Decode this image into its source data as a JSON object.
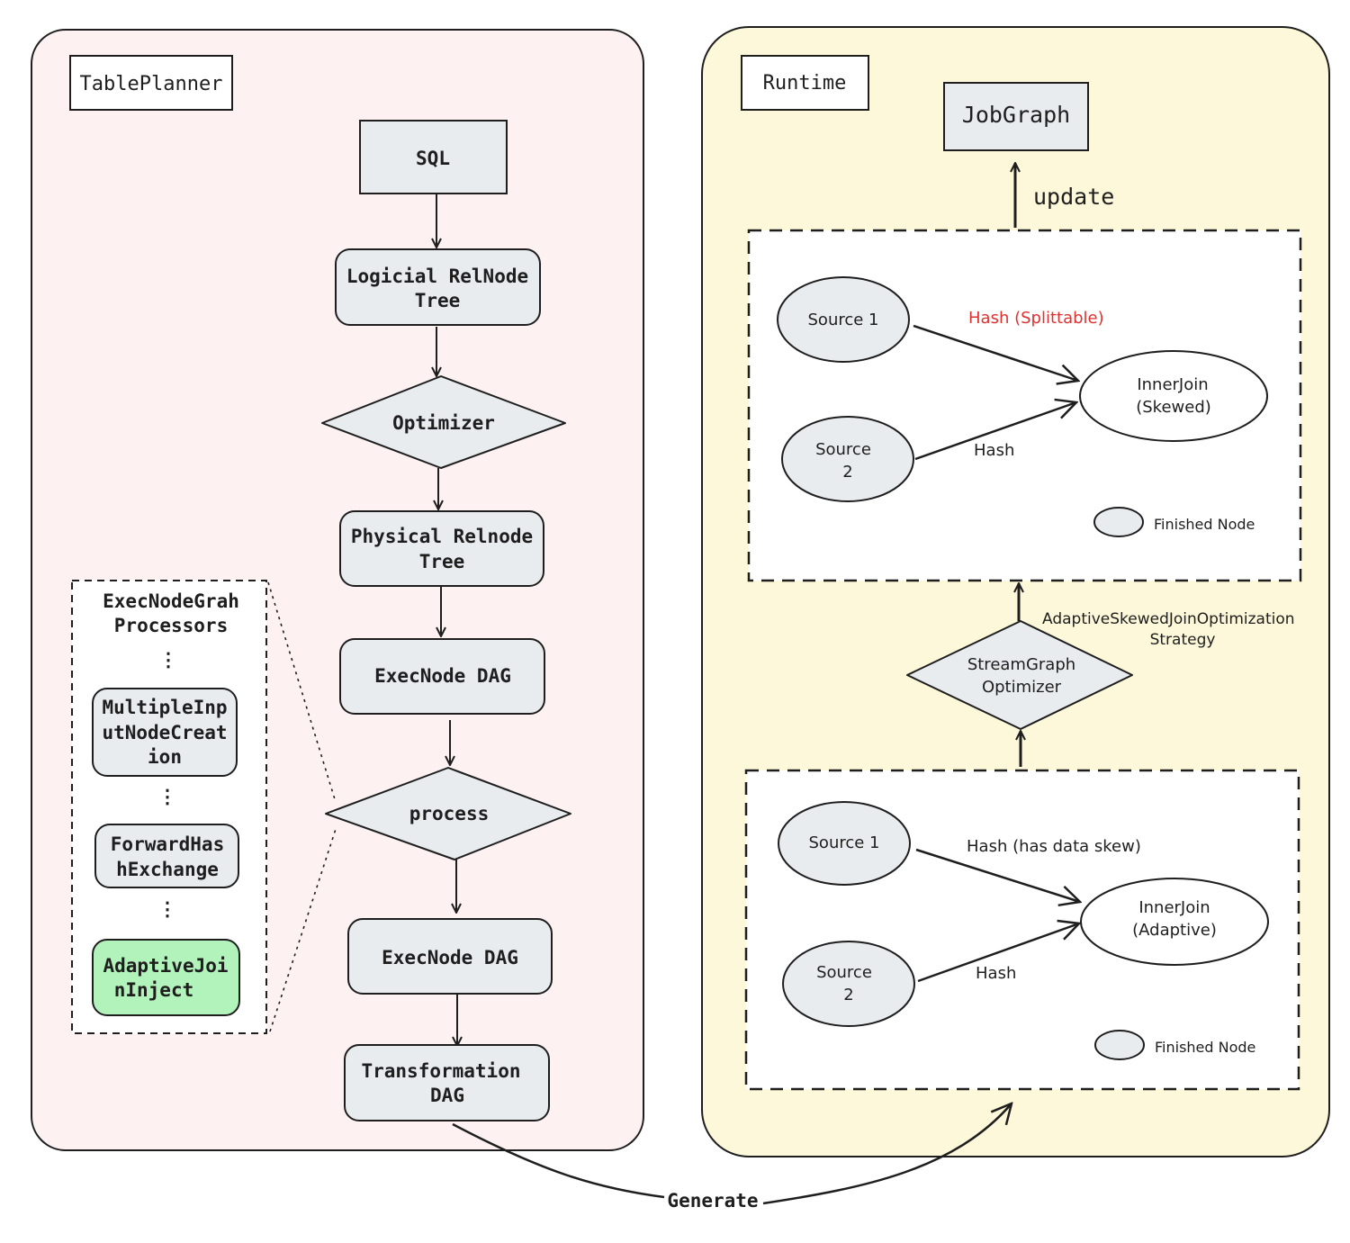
{
  "colors": {
    "left_panel_bg": "#fdf1f1",
    "right_panel_bg": "#fdf8d9",
    "node_fill": "#e9ecef",
    "highlight_node_fill": "#b2f2bb",
    "hash_splittable_color": "#e03131",
    "stroke": "#1e1e1e"
  },
  "left_panel": {
    "label": "TablePlanner",
    "flow": {
      "sql": "SQL",
      "logical": [
        "Logicial RelNode",
        "Tree"
      ],
      "optimizer": "Optimizer",
      "physical": [
        "Physical Relnode",
        "Tree"
      ],
      "execnode_dag_1": "ExecNode DAG",
      "process": "process",
      "execnode_dag_2": "ExecNode DAG",
      "transformation": [
        "Transformation",
        "DAG"
      ]
    },
    "processors": {
      "title": [
        "ExecNodeGrah",
        "Processors"
      ],
      "ellipsis": "⋮",
      "items": [
        {
          "lines": [
            "MultipleInp",
            "utNodeCreat",
            "ion"
          ],
          "highlight": false
        },
        {
          "lines": [
            "ForwardHas",
            "hExchange"
          ],
          "highlight": false
        },
        {
          "lines": [
            "AdaptiveJoi",
            "nInject"
          ],
          "highlight": true
        }
      ]
    }
  },
  "right_panel": {
    "label": "Runtime",
    "job_graph": "JobGraph",
    "update_label": "update",
    "top_group": {
      "source1": "Source 1",
      "source2": [
        "Source",
        "2"
      ],
      "edge1_label": "Hash (Splittable)",
      "edge2_label": "Hash",
      "join": [
        "InnerJoin",
        "(Skewed)"
      ],
      "legend": "Finished Node"
    },
    "optimizer": [
      "StreamGraph",
      "Optimizer"
    ],
    "strategy": [
      "AdaptiveSkewedJoinOptimization",
      "Strategy"
    ],
    "bottom_group": {
      "source1": "Source 1",
      "source2": [
        "Source",
        "2"
      ],
      "edge1_label": "Hash (has data skew)",
      "edge2_label": "Hash",
      "join": [
        "InnerJoin",
        "(Adaptive)"
      ],
      "legend": "Finished Node"
    }
  },
  "generate_label": "Generate"
}
